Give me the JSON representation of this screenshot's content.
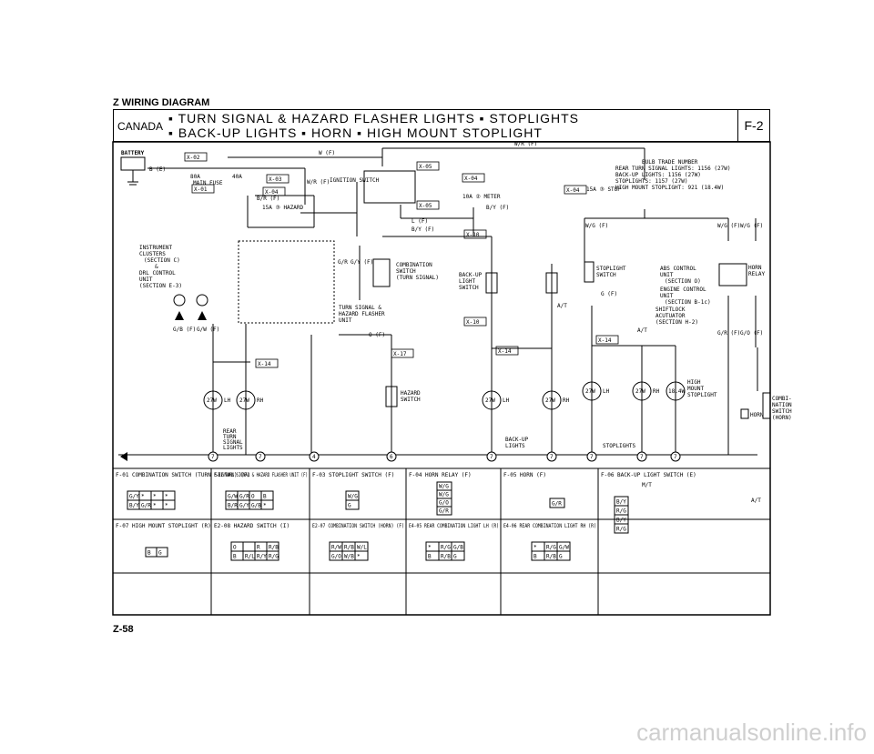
{
  "header": {
    "page_title": "Z  WIRING DIAGRAM",
    "region": "CANADA",
    "title_line1": "▪ TURN SIGNAL & HAZARD FLASHER LIGHTS  ▪ STOPLIGHTS",
    "title_line2": "▪ BACK-UP LIGHTS  ▪ HORN  ▪ HIGH MOUNT STOPLIGHT",
    "code": "F-2"
  },
  "footer": {
    "page_number": "Z-58",
    "watermark": "carmanualsonline.info"
  },
  "bulb_note": [
    "BULB TRADE NUMBER",
    "REAR TURN SIGNAL LIGHTS: 1156 (27W)",
    "BACK-UP LIGHTS: 1156 (27W)",
    "STOPLIGHTS: 1157 (27W)",
    "HIGH MOUNT STOPLIGHT: 921 (18.4W)"
  ],
  "labels": {
    "battery": "BATTERY",
    "x02": "X-02",
    "x03": "X-03",
    "x01": "X-01",
    "x04": "X-04",
    "x05": "X-05",
    "x10": "X-10",
    "x14": "X-14",
    "x17": "X-17",
    "main_fuse": "MAIN FUSE",
    "f80a": "80A",
    "f40a": "40A",
    "f15a_hazard": "15A ③ HAZARD",
    "f10a_meter": "10A ② METER",
    "f15a_stop": "15A ③ STOP",
    "ignition_switch": "IGNITION SWITCH",
    "instrument_cluster": [
      "INSTRUMENT",
      "CLUSTERS",
      "(SECTION C)",
      "&",
      "DRL CONTROL",
      "UNIT",
      "(SECTION E-3)"
    ],
    "combination_switch": [
      "COMBINATION",
      "SWITCH",
      "(TURN SIGNAL)"
    ],
    "turn_hazard_unit": [
      "TURN SIGNAL &",
      "HAZARD FLASHER",
      "UNIT"
    ],
    "hazard_switch": [
      "HAZARD",
      "SWITCH"
    ],
    "backup_switch": [
      "BACK-UP",
      "LIGHT",
      "SWITCH"
    ],
    "stoplight_switch": [
      "STOPLIGHT",
      "SWITCH"
    ],
    "abs_control": [
      "ABS CONTROL",
      "UNIT",
      "(SECTION O)"
    ],
    "engine_control": [
      "ENGINE CONTROL",
      "UNIT",
      "(SECTION B-1c)"
    ],
    "shift_lock": [
      "SHIFTLOCK",
      "ACUTUATOR",
      "(SECTION H-2)"
    ],
    "horn_relay": [
      "HORN",
      "RELAY"
    ],
    "combination_switch_horn": [
      "COMBI-",
      "NATION",
      "SWITCH",
      "(HORN)"
    ],
    "horn": "HORN",
    "high_mount": [
      "HIGH",
      "MOUNT",
      "STOPLIGHT"
    ],
    "rear_turn": [
      "REAR",
      "TURN",
      "SIGNAL",
      "LIGHTS"
    ],
    "backup_lights": [
      "BACK-UP",
      "LIGHTS"
    ],
    "stoplights": "STOPLIGHTS",
    "lamp_27w": "27W",
    "lamp_18w": "18.4W",
    "lh": "LH",
    "rh": "RH",
    "at": "A/T",
    "wires": [
      "W (F)",
      "W/R (F)",
      "B/R (F)",
      "L (F)",
      "B/Y (F)",
      "G/B (F)",
      "G/W (F)",
      "G/R",
      "G/Y (F)",
      "O (F)",
      "W/G (F)",
      "G/R (F)",
      "G/O (F)",
      "B (E)",
      "G (F)"
    ],
    "grounds": [
      "7",
      "7",
      "4",
      "6",
      "7",
      "7",
      "7",
      "7",
      "7"
    ]
  },
  "connectors_row1": [
    {
      "title": "F-01 COMBINATION SWITCH (TURN SIGNAL) (F)",
      "cells": [
        "G/Y",
        "*",
        "*",
        "*",
        "B/Y",
        "G/R",
        "*",
        "*"
      ]
    },
    {
      "title": "F-02 TURN SIGNAL & HAZARD FLASHER UNIT (F)",
      "cells": [
        "G/W",
        "G/R",
        "O",
        "B",
        "B/R",
        "G/Y",
        "G/B",
        "*"
      ]
    },
    {
      "title": "F-03 STOPLIGHT SWITCH (F)",
      "cells": [
        "W/G",
        "G"
      ]
    },
    {
      "title": "F-04 HORN RELAY (F)",
      "cells": [
        "W/G",
        "W/G",
        "G/O",
        "G/R"
      ]
    },
    {
      "title": "F-05 HORN (F)",
      "cells": [
        "G/R"
      ]
    },
    {
      "title": "F-06 BACK-UP LIGHT SWITCH (E)",
      "sub": "M/T",
      "cells": [
        "B/Y",
        "R/G",
        "B/Y",
        "R/G"
      ],
      "at": "A/T"
    }
  ],
  "connectors_row2": [
    {
      "title": "F-07 HIGH MOUNT STOPLIGHT (R)",
      "cells": [
        "B",
        "G"
      ]
    },
    {
      "title": "E2-08 HAZARD SWITCH (I)",
      "cells": [
        "O",
        "",
        "R",
        "R/B",
        "B",
        "R/L",
        "R/Y",
        "R/G"
      ]
    },
    {
      "title": "E2-07 COMBINATION SWITCH (HORN) (F)",
      "cells": [
        "R/W",
        "R/B",
        "W/L",
        "G/O",
        "W/B",
        "*"
      ]
    },
    {
      "title": "E4-05 REAR COMBINATION LIGHT LH (R)",
      "cells": [
        "*",
        "R/G",
        "G/B",
        "B",
        "R/B",
        "G"
      ]
    },
    {
      "title": "E4-06 REAR COMBINATION LIGHT RH (R)",
      "cells": [
        "*",
        "R/G",
        "G/W",
        "B",
        "R/B",
        "G"
      ]
    }
  ]
}
